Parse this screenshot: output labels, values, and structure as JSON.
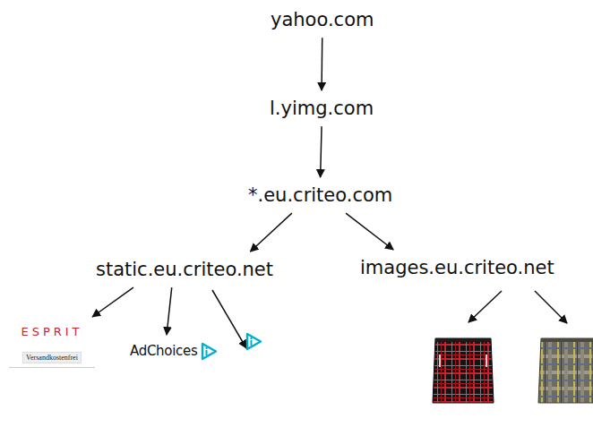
{
  "diagram": {
    "nodes": [
      {
        "text": [
          "yahoo.com"
        ]
      },
      {
        "text": [
          "l.yimg.com"
        ]
      },
      {
        "text": [
          "*.eu.criteo.com"
        ]
      },
      {
        "text": [
          "static.eu.criteo.net"
        ]
      },
      {
        "text": [
          "images.eu.criteo.net"
        ]
      },
      {
        "text": [
          "ESPRIT",
          "Versandkostenfrei"
        ]
      },
      {
        "text": [
          "AdChoices"
        ]
      }
    ],
    "edges": [
      {
        "from": 0,
        "to": 1,
        "arrow": "to"
      },
      {
        "from": 1,
        "to": 2,
        "arrow": "to"
      },
      {
        "from": 2,
        "to": 3,
        "arrow": "to"
      },
      {
        "from": 2,
        "to": 4,
        "arrow": "to"
      },
      {
        "from": 3,
        "to": 5,
        "arrow": "to"
      },
      {
        "from": 3,
        "to": 6,
        "arrow": "to"
      }
    ]
  }
}
